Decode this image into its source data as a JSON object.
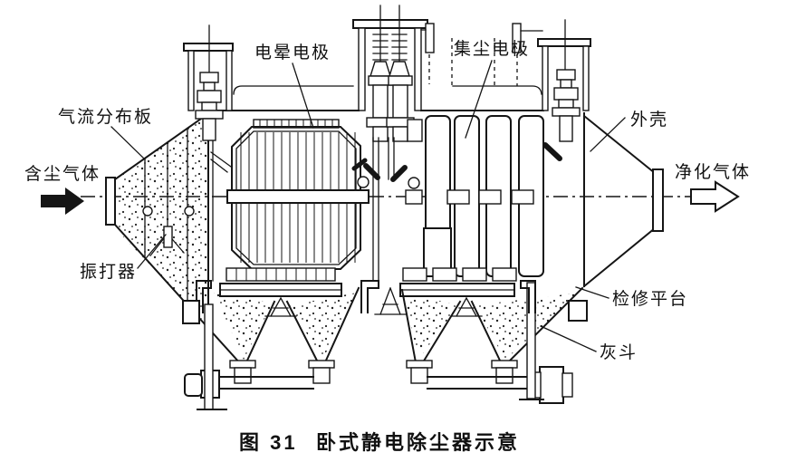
{
  "figure": {
    "caption_prefix": "图 31",
    "caption_title": "卧式静电除尘器示意"
  },
  "labels": {
    "dusty_gas": "含尘气体",
    "gas_distribution_plate": "气流分布板",
    "rapper": "振打器",
    "corona_electrode": "电晕电极",
    "collecting_electrode": "集尘电极",
    "shell": "外壳",
    "clean_gas": "净化气体",
    "maintenance_platform": "检修平台",
    "ash_hopper": "灰斗"
  },
  "colors": {
    "ink": "#151515",
    "paper": "#ffffff"
  }
}
